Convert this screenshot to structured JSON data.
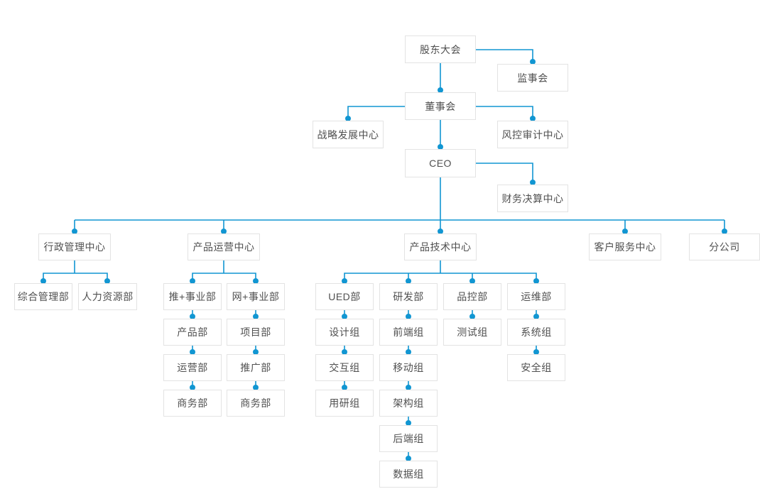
{
  "org": {
    "nodes": {
      "shareholders_meeting": "股东大会",
      "supervisory_board": "监事会",
      "board_of_directors": "董事会",
      "strategy_center": "战略发展中心",
      "risk_audit_center": "风控审计中心",
      "ceo": "CEO",
      "finance_center": "财务决算中心",
      "admin_center": "行政管理中心",
      "product_ops_center": "产品运营中心",
      "product_tech_center": "产品技术中心",
      "customer_service_center": "客户服务中心",
      "branch_company": "分公司",
      "general_admin_dept": "综合管理部",
      "hr_dept": "人力资源部",
      "tui_business_unit": "推+事业部",
      "wang_business_unit": "网+事业部",
      "ued_dept": "UED部",
      "rd_dept": "研发部",
      "qc_dept": "品控部",
      "devops_dept": "运维部",
      "product_dept": "产品部",
      "project_dept": "项目部",
      "design_group": "设计组",
      "frontend_group": "前端组",
      "testing_group": "测试组",
      "system_group": "系统组",
      "operation_dept": "运营部",
      "promotion_dept": "推广部",
      "interaction_group": "交互组",
      "mobile_group": "移动组",
      "security_group": "安全组",
      "business_dept_tui": "商务部",
      "business_dept_wang": "商务部",
      "user_research_group": "用研组",
      "architecture_group": "架构组",
      "backend_group": "后端组",
      "data_group": "数据组"
    },
    "edges": [
      [
        "shareholders_meeting",
        "supervisory_board"
      ],
      [
        "shareholders_meeting",
        "board_of_directors"
      ],
      [
        "board_of_directors",
        "strategy_center"
      ],
      [
        "board_of_directors",
        "risk_audit_center"
      ],
      [
        "board_of_directors",
        "ceo"
      ],
      [
        "ceo",
        "finance_center"
      ],
      [
        "ceo",
        "admin_center"
      ],
      [
        "ceo",
        "product_ops_center"
      ],
      [
        "ceo",
        "product_tech_center"
      ],
      [
        "ceo",
        "customer_service_center"
      ],
      [
        "ceo",
        "branch_company"
      ],
      [
        "admin_center",
        "general_admin_dept"
      ],
      [
        "admin_center",
        "hr_dept"
      ],
      [
        "product_ops_center",
        "tui_business_unit"
      ],
      [
        "product_ops_center",
        "wang_business_unit"
      ],
      [
        "tui_business_unit",
        "product_dept"
      ],
      [
        "product_dept",
        "operation_dept"
      ],
      [
        "operation_dept",
        "business_dept_tui"
      ],
      [
        "wang_business_unit",
        "project_dept"
      ],
      [
        "project_dept",
        "promotion_dept"
      ],
      [
        "promotion_dept",
        "business_dept_wang"
      ],
      [
        "product_tech_center",
        "ued_dept"
      ],
      [
        "product_tech_center",
        "rd_dept"
      ],
      [
        "product_tech_center",
        "qc_dept"
      ],
      [
        "product_tech_center",
        "devops_dept"
      ],
      [
        "ued_dept",
        "design_group"
      ],
      [
        "design_group",
        "interaction_group"
      ],
      [
        "interaction_group",
        "user_research_group"
      ],
      [
        "rd_dept",
        "frontend_group"
      ],
      [
        "frontend_group",
        "mobile_group"
      ],
      [
        "mobile_group",
        "architecture_group"
      ],
      [
        "architecture_group",
        "backend_group"
      ],
      [
        "backend_group",
        "data_group"
      ],
      [
        "qc_dept",
        "testing_group"
      ],
      [
        "devops_dept",
        "system_group"
      ],
      [
        "system_group",
        "security_group"
      ]
    ]
  },
  "colors": {
    "accent": "#1196d2",
    "node_border": "#e3e3e3",
    "node_background": "#ffffff",
    "node_text": "#505050",
    "page_background": "#ffffff"
  }
}
